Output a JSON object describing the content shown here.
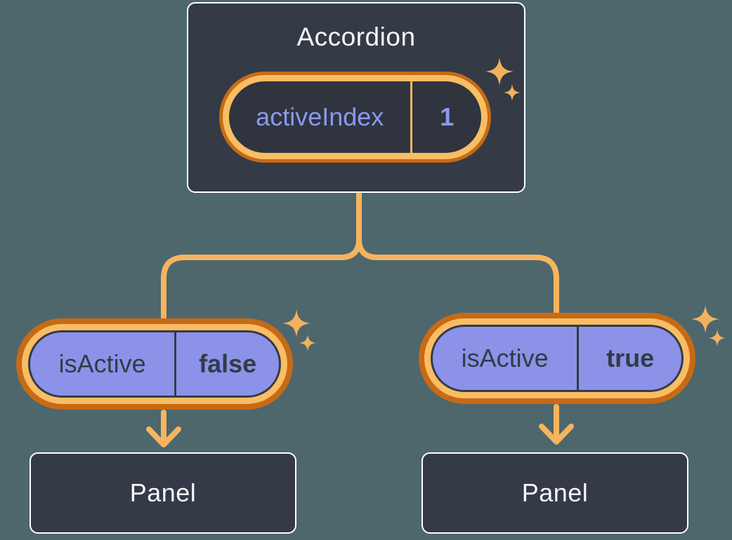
{
  "diagram": {
    "root": {
      "title": "Accordion",
      "state_label": "activeIndex",
      "state_value": "1"
    },
    "left_child": {
      "prop_label": "isActive",
      "prop_value": "false",
      "panel_label": "Panel"
    },
    "right_child": {
      "prop_label": "isActive",
      "prop_value": "true",
      "panel_label": "Panel"
    }
  },
  "colors": {
    "background": "#4D676D",
    "node_fill": "#343A46",
    "node_border": "#FFFFFF",
    "node_text": "#F6F7F9",
    "pill_dark_fill": "#2F343E",
    "pill_purple_fill": "#8B92E8",
    "pill_dark_text": "#343B47",
    "state_text": "#8A99F0",
    "ring_inner": "#F9BD64",
    "ring_outer": "#C76A15",
    "connector": "#F6B45F",
    "sparkle": "#F3B15D"
  }
}
